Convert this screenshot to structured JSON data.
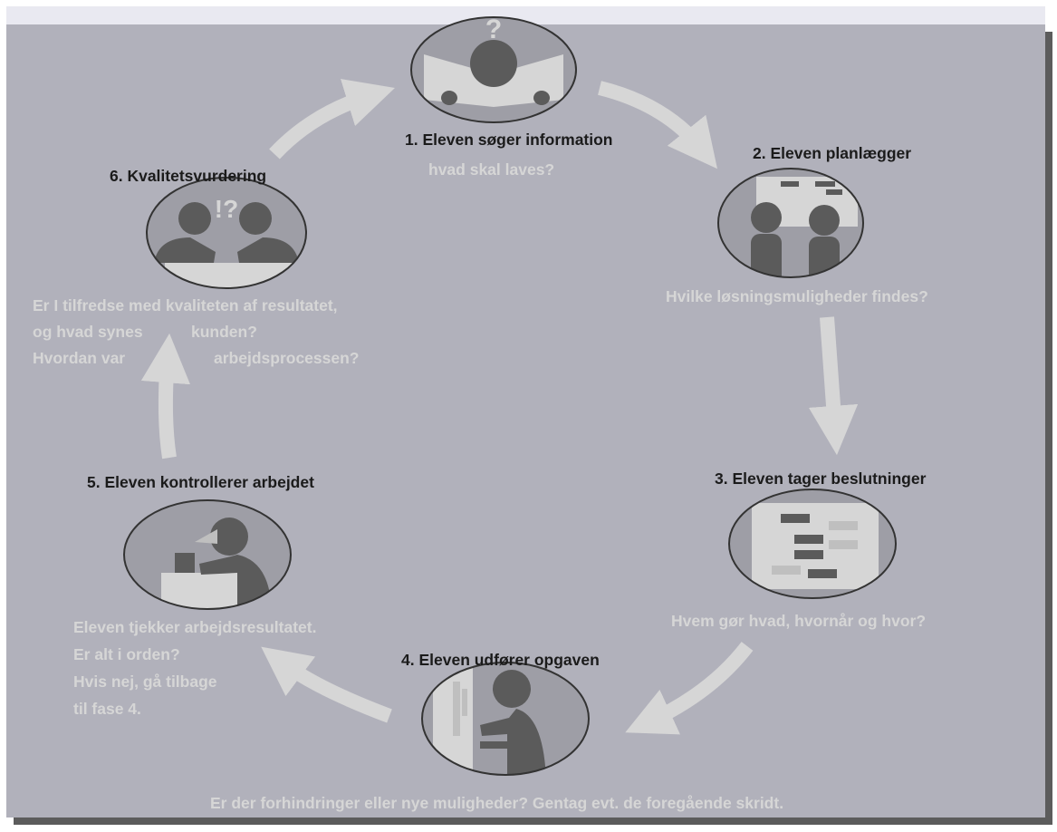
{
  "steps": [
    {
      "title": "1. Eleven søger information",
      "lines": [
        "hvad skal laves?"
      ]
    },
    {
      "title": "2. Eleven planlægger",
      "lines": [
        "Hvilke løsningsmuligheder findes?"
      ]
    },
    {
      "title": "3. Eleven tager beslutninger",
      "lines": [
        "Hvem gør hvad, hvornår og hvor?"
      ]
    },
    {
      "title": "4. Eleven udfører opgaven",
      "lines": [
        "Er der forhindringer eller nye muligheder?  Gentag evt. de foregående skridt."
      ]
    },
    {
      "title": "5. Eleven kontrollerer arbejdet",
      "lines": [
        "Eleven tjekker arbejdsresultatet.",
        "Er alt i orden?",
        "Hvis nej, gå tilbage",
        "til fase 4."
      ]
    },
    {
      "title": "6. Kvalitetsvurdering",
      "lines": [
        "Er I tilfredse med kvaliteten af resultatet,",
        "og hvad synes",
        "kunden?",
        "Hvordan var",
        "arbejdsprocessen?"
      ]
    }
  ],
  "icons": [
    "question-icon",
    "team-planning-icon",
    "schedule-board-icon",
    "worker-icon",
    "inspector-icon",
    "discussion-icon"
  ],
  "colors": {
    "panel": "#b1b1bb",
    "arrow": "#d6d6d6",
    "title_text": "#1b1b1b",
    "description_text": "#d6d6d6",
    "icon_fill": "#5b5b5b",
    "ellipse_fill": "#9e9ea6"
  }
}
